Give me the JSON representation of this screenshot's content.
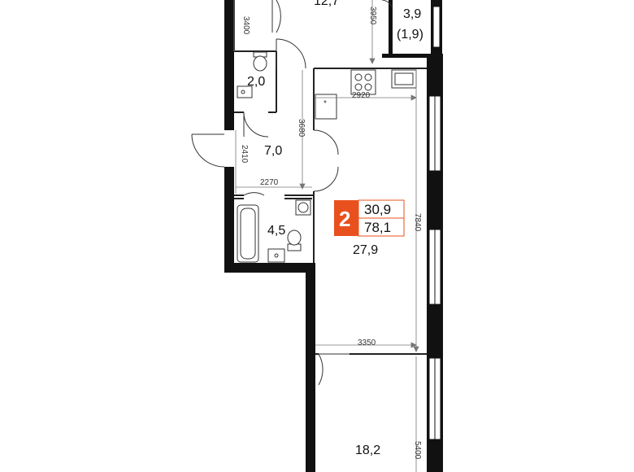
{
  "rooms": {
    "room_top_partial": "12,7",
    "balcony": "3,9",
    "balcony_reduced": "(1,9)",
    "wc": "2,0",
    "hall": "7,0",
    "bathroom": "4,5",
    "living_kitchen": "27,9",
    "bedroom": "18,2"
  },
  "dimensions": {
    "d3400": "3400",
    "d3950": "3950",
    "d2920": "2920",
    "d3680": "3680",
    "d2410": "2410",
    "d2270": "2270",
    "d7840": "7840",
    "d3350": "3350",
    "d5400": "5400"
  },
  "badge": {
    "rooms_count": "2",
    "living_area": "30,9",
    "total_area": "78,1",
    "accent_color": "#e8501e"
  }
}
